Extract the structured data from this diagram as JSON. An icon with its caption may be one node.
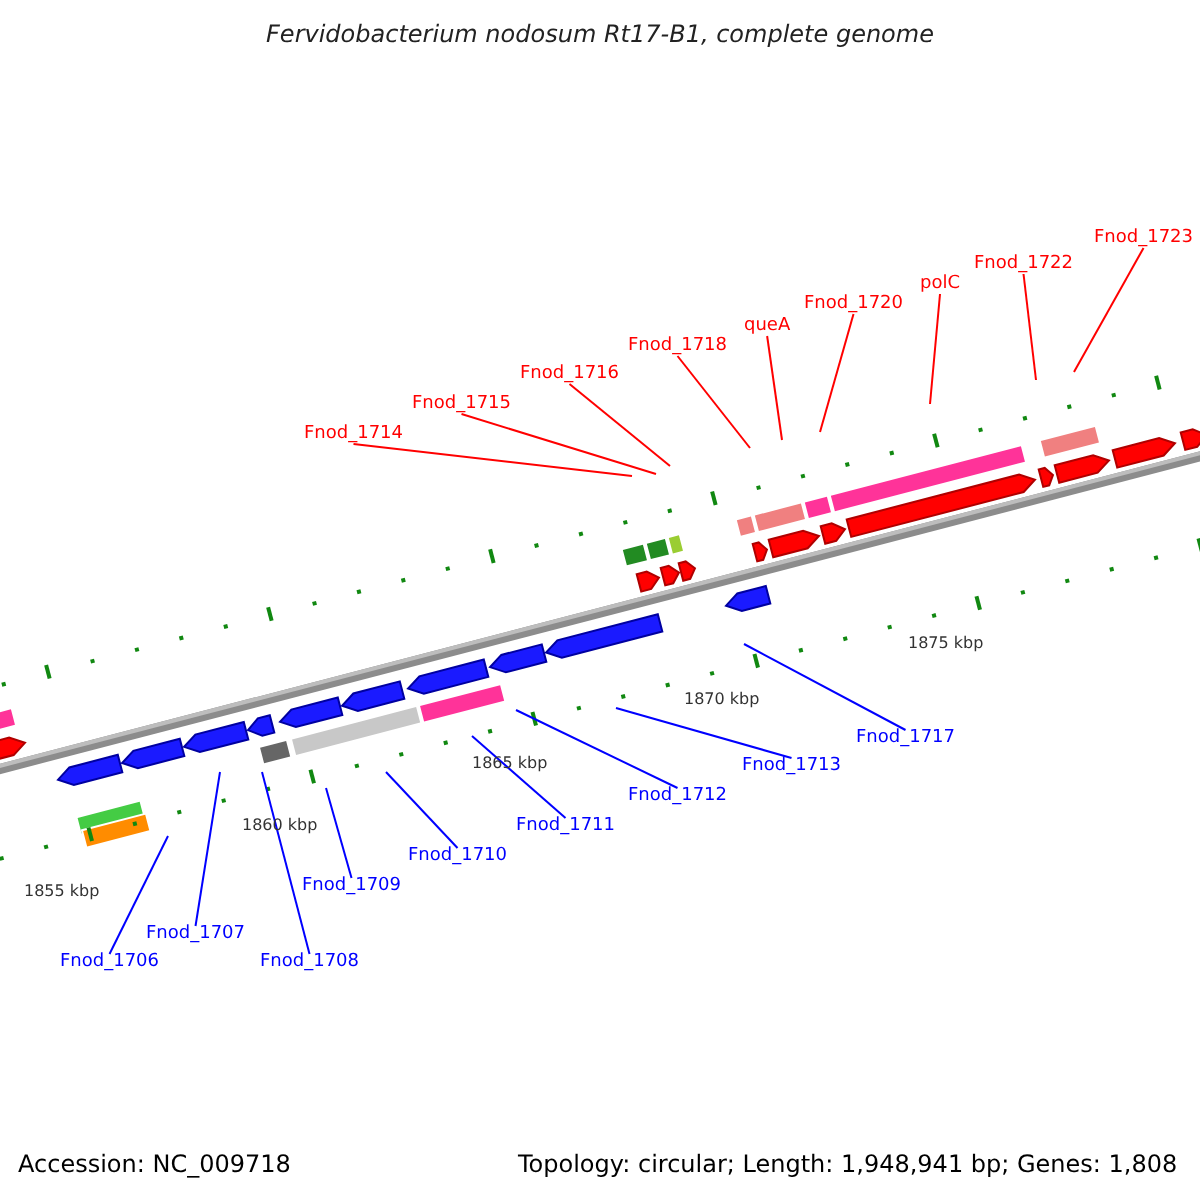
{
  "diagram": {
    "title": "Fervidobacterium nodosum Rt17-B1, complete genome",
    "nodes": [
      {
        "text": [
          "Fnod_1714"
        ]
      },
      {
        "text": [
          "Fnod_1715"
        ]
      },
      {
        "text": [
          "Fnod_1716"
        ]
      },
      {
        "text": [
          "Fnod_1718"
        ]
      },
      {
        "text": [
          "queA"
        ]
      },
      {
        "text": [
          "Fnod_1720"
        ]
      },
      {
        "text": [
          "polC"
        ]
      },
      {
        "text": [
          "Fnod_1722"
        ]
      },
      {
        "text": [
          "Fnod_1723"
        ]
      },
      {
        "text": [
          "Fnod_1706"
        ]
      },
      {
        "text": [
          "Fnod_1707"
        ]
      },
      {
        "text": [
          "Fnod_1708"
        ]
      },
      {
        "text": [
          "Fnod_1709"
        ]
      },
      {
        "text": [
          "Fnod_1710"
        ]
      },
      {
        "text": [
          "Fnod_1711"
        ]
      },
      {
        "text": [
          "Fnod_1712"
        ]
      },
      {
        "text": [
          "Fnod_1713"
        ]
      },
      {
        "text": [
          "Fnod_1717"
        ]
      }
    ],
    "edges": [
      {
        "from": 0,
        "to": null,
        "arrow": "none"
      },
      {
        "from": 1,
        "to": null,
        "arrow": "none"
      },
      {
        "from": 2,
        "to": null,
        "arrow": "none"
      },
      {
        "from": 3,
        "to": null,
        "arrow": "none"
      },
      {
        "from": 4,
        "to": null,
        "arrow": "none"
      },
      {
        "from": 5,
        "to": null,
        "arrow": "none"
      },
      {
        "from": 6,
        "to": null,
        "arrow": "none"
      },
      {
        "from": 7,
        "to": null,
        "arrow": "none"
      },
      {
        "from": 8,
        "to": null,
        "arrow": "none"
      },
      {
        "from": 9,
        "to": null,
        "arrow": "none",
        "color": "#0000ff"
      },
      {
        "from": 10,
        "to": null,
        "arrow": "none",
        "color": "#0000ff"
      },
      {
        "from": 11,
        "to": null,
        "arrow": "none",
        "color": "#0000ff"
      },
      {
        "from": 12,
        "to": null,
        "arrow": "none",
        "color": "#0000ff"
      },
      {
        "from": 13,
        "to": null,
        "arrow": "none",
        "color": "#0000ff"
      },
      {
        "from": 14,
        "to": null,
        "arrow": "none",
        "color": "#0000ff"
      },
      {
        "from": 15,
        "to": null,
        "arrow": "none",
        "color": "#0000ff"
      },
      {
        "from": 16,
        "to": null,
        "arrow": "none",
        "color": "#0000ff"
      },
      {
        "from": 17,
        "to": null,
        "arrow": "none",
        "color": "#0000ff"
      }
    ],
    "labels": [
      "1855 kbp",
      "1860 kbp",
      "1865 kbp",
      "1870 kbp",
      "1875 kbp",
      "Accession: NC_009718",
      "Topology: circular; Length: 1,948,941 bp; Genes: 1,808"
    ]
  }
}
